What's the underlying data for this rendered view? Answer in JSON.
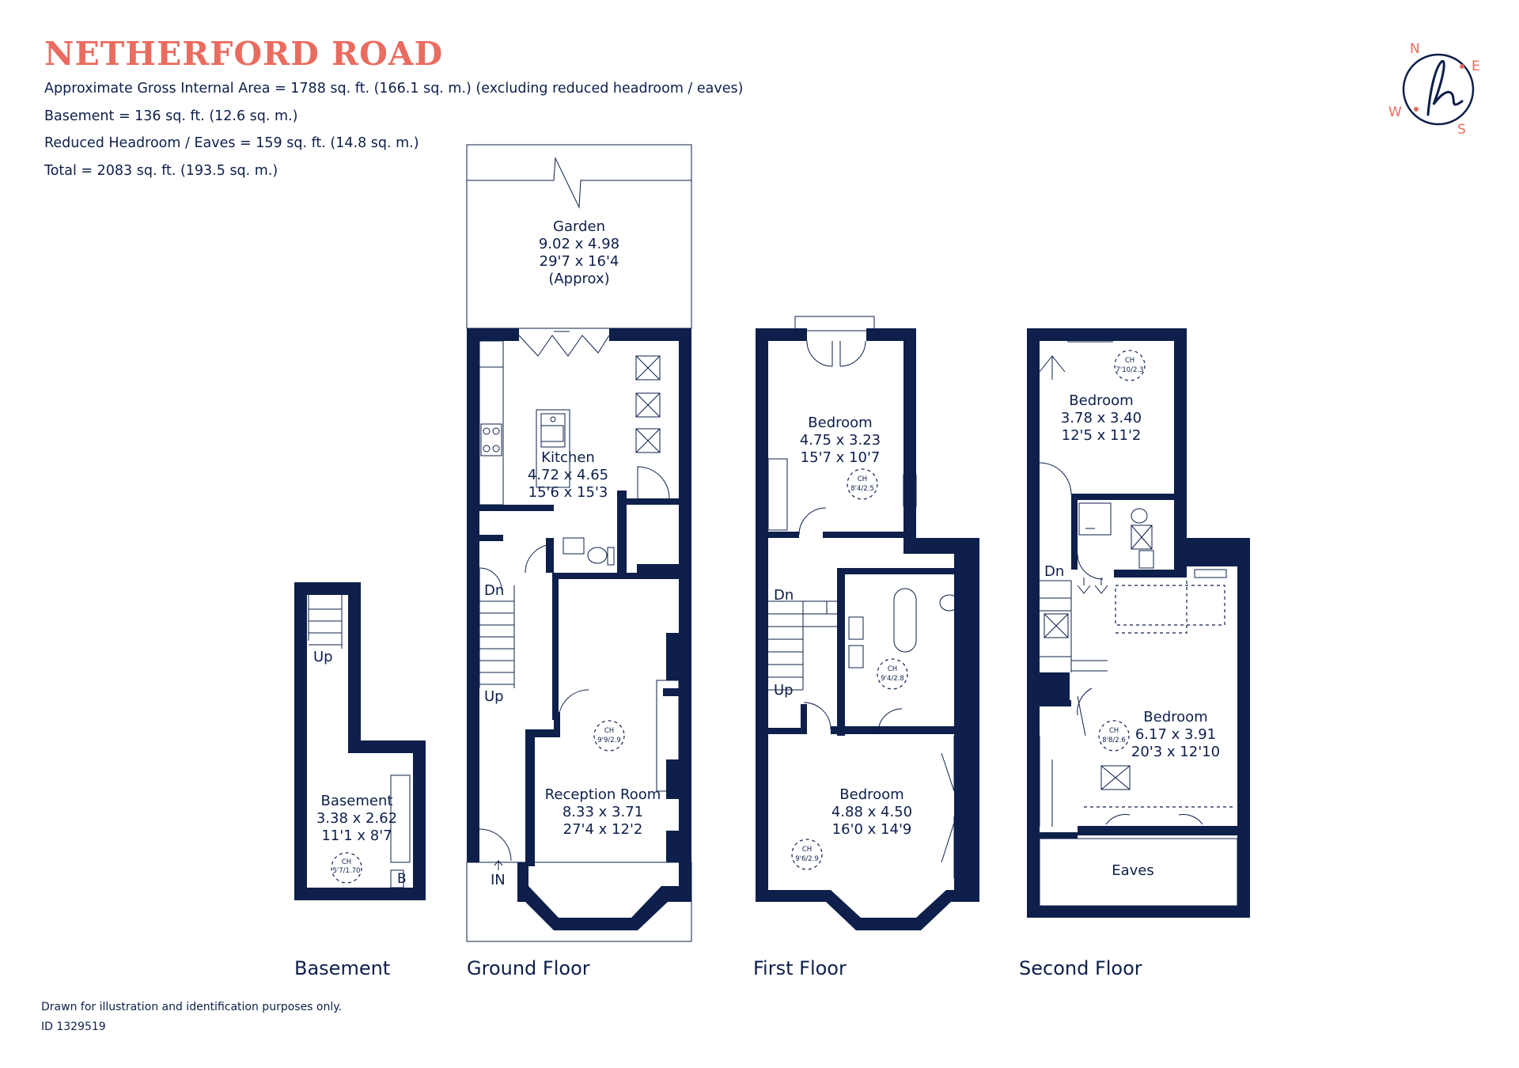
{
  "title": "NETHERFORD ROAD",
  "areas": [
    "Approximate Gross Internal Area = 1788 sq. ft. (166.1 sq. m.) (excluding reduced headroom / eaves)",
    "Basement = 136 sq. ft. (12.6 sq. m.)",
    "Reduced Headroom / Eaves  = 159 sq. ft. (14.8 sq. m.)",
    "Total =  2083 sq. ft. (193.5 sq. m.)"
  ],
  "compass": {
    "n": "N",
    "e": "E",
    "s": "S",
    "w": "W"
  },
  "floors": {
    "basement": "Basement",
    "ground": "Ground Floor",
    "first": "First Floor",
    "second": "Second Floor"
  },
  "rooms": {
    "garden": {
      "name": "Garden",
      "metric": "9.02 x 4.98",
      "imperial": "29'7 x 16'4",
      "note": "(Approx)"
    },
    "kitchen": {
      "name": "Kitchen",
      "metric": "4.72 x 4.65",
      "imperial": "15'6 x 15'3"
    },
    "reception": {
      "name": "Reception Room",
      "metric": "8.33 x 3.71",
      "imperial": "27'4 x 12'2"
    },
    "basement": {
      "name": "Basement",
      "metric": "3.38 x 2.62",
      "imperial": "11'1 x 8'7"
    },
    "first_bed_rear": {
      "name": "Bedroom",
      "metric": "4.75 x 3.23",
      "imperial": "15'7 x 10'7"
    },
    "first_bed_front": {
      "name": "Bedroom",
      "metric": "4.88 x 4.50",
      "imperial": "16'0 x 14'9"
    },
    "second_bed_rear": {
      "name": "Bedroom",
      "metric": "3.78 x 3.40",
      "imperial": "12'5 x 11'2"
    },
    "second_bed_front": {
      "name": "Bedroom",
      "metric": "6.17 x 3.91",
      "imperial": "20'3 x 12'10"
    },
    "eaves": {
      "name": "Eaves"
    }
  },
  "ceiling_heights": {
    "label": "CH",
    "basement": "5'7/1.70",
    "reception": "9'9/2.9",
    "first_rear": "8'4/2.5",
    "first_bath": "9'4/2.8",
    "first_front": "9'6/2.9",
    "second_rear": "7'10/2.3",
    "second_front": "8'8/2.6"
  },
  "stairs": {
    "up": "Up",
    "down": "Dn",
    "entrance": "IN",
    "boiler": "B"
  },
  "disclaimer": "Drawn for illustration and identification purposes only.",
  "ref_id": "ID 1329519",
  "colors": {
    "accent": "#ea6b5f",
    "walls": "#0d1f4a"
  }
}
